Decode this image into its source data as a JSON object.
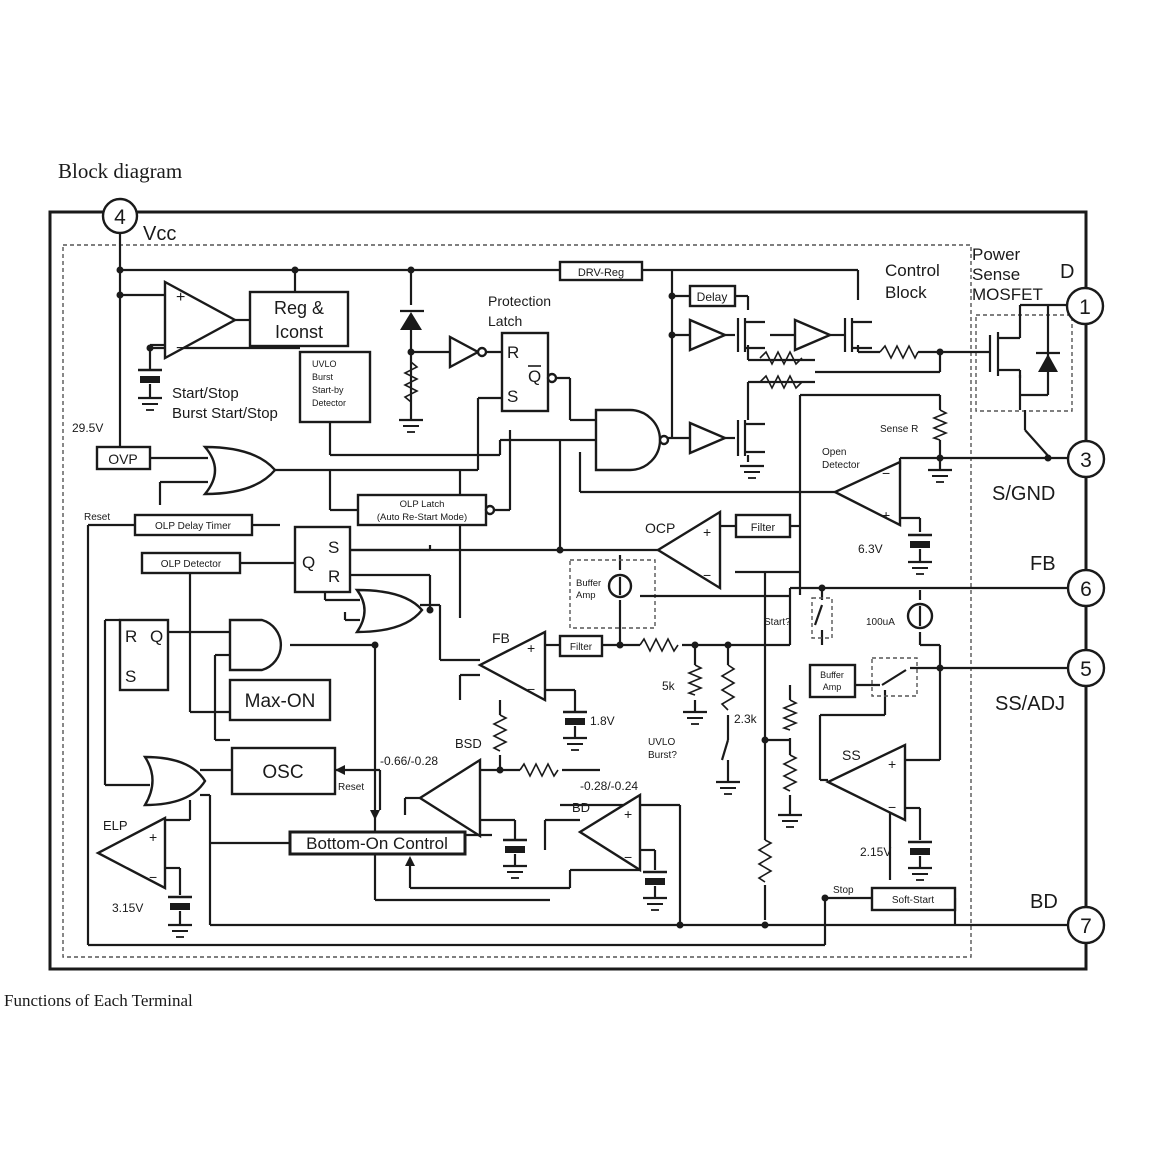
{
  "page_title": "Block diagram",
  "footer_cut": "Functions of Each Terminal",
  "pins": [
    {
      "number": "4",
      "name": "Vcc"
    },
    {
      "number": "1",
      "name": "D"
    },
    {
      "number": "3",
      "name": "S/GND"
    },
    {
      "number": "6",
      "name": "FB"
    },
    {
      "number": "5",
      "name": "SS/ADJ"
    },
    {
      "number": "7",
      "name": "BD"
    }
  ],
  "section_labels": {
    "control_block": [
      "Control",
      "Block"
    ],
    "power_mosfet": [
      "Power",
      "Sense",
      "MOSFET"
    ]
  },
  "blocks": {
    "reg_iconst": [
      "Reg  &",
      "Iconst"
    ],
    "drv_reg": "DRV-Reg",
    "protection_latch": [
      "Protection",
      "Latch"
    ],
    "uvlo": [
      "UVLO",
      "Burst",
      "Start-by",
      "Detector"
    ],
    "delay": "Delay",
    "ovp": "OVP",
    "olp_latch": [
      "OLP Latch",
      "(Auto Re-Start Mode)"
    ],
    "olp_delay_timer": "OLP Delay Timer",
    "olp_detector": "OLP Detector",
    "max_on": "Max-ON",
    "osc": "OSC",
    "bottom_on_control": "Bottom-On Control",
    "soft_start": "Soft-Start",
    "filter_ocp": "Filter",
    "filter_fb": "Filter",
    "buffer_amp_1": [
      "Buffer",
      "Amp"
    ],
    "buffer_amp_2": [
      "Buffer",
      "Amp"
    ]
  },
  "labels": {
    "start_stop": "Start/Stop",
    "burst_start_stop": "Burst Start/Stop",
    "v29_5": "29.5V",
    "reset_1": "Reset",
    "reset_2": "Reset",
    "sense_r": "Sense R",
    "open_detector": [
      "Open",
      "Detector"
    ],
    "ocp": "OCP",
    "v6_3": "6.3V",
    "fb": "FB",
    "v1_8": "1.8V",
    "r5k": "5k",
    "r2_3k": "2.3k",
    "start": "Start?",
    "i100ua": "100uA",
    "bsd": "BSD",
    "bsd_th": "-0.66/-0.28",
    "bd": "BD",
    "bd_th": "-0.28/-0.24",
    "uvlo_burst": [
      "UVLO",
      "Burst?"
    ],
    "ss": "SS",
    "v2_15": "2.15V",
    "elp": "ELP",
    "v3_15": "3.15V",
    "stop": "Stop",
    "s_1": "S",
    "r_1": "R",
    "q_bar": "Q",
    "q_1": "Q",
    "s_2": "S",
    "r_2": "R",
    "r_3": "R",
    "q_3": "Q",
    "s_3": "S",
    "plus": "+",
    "minus": "−"
  }
}
